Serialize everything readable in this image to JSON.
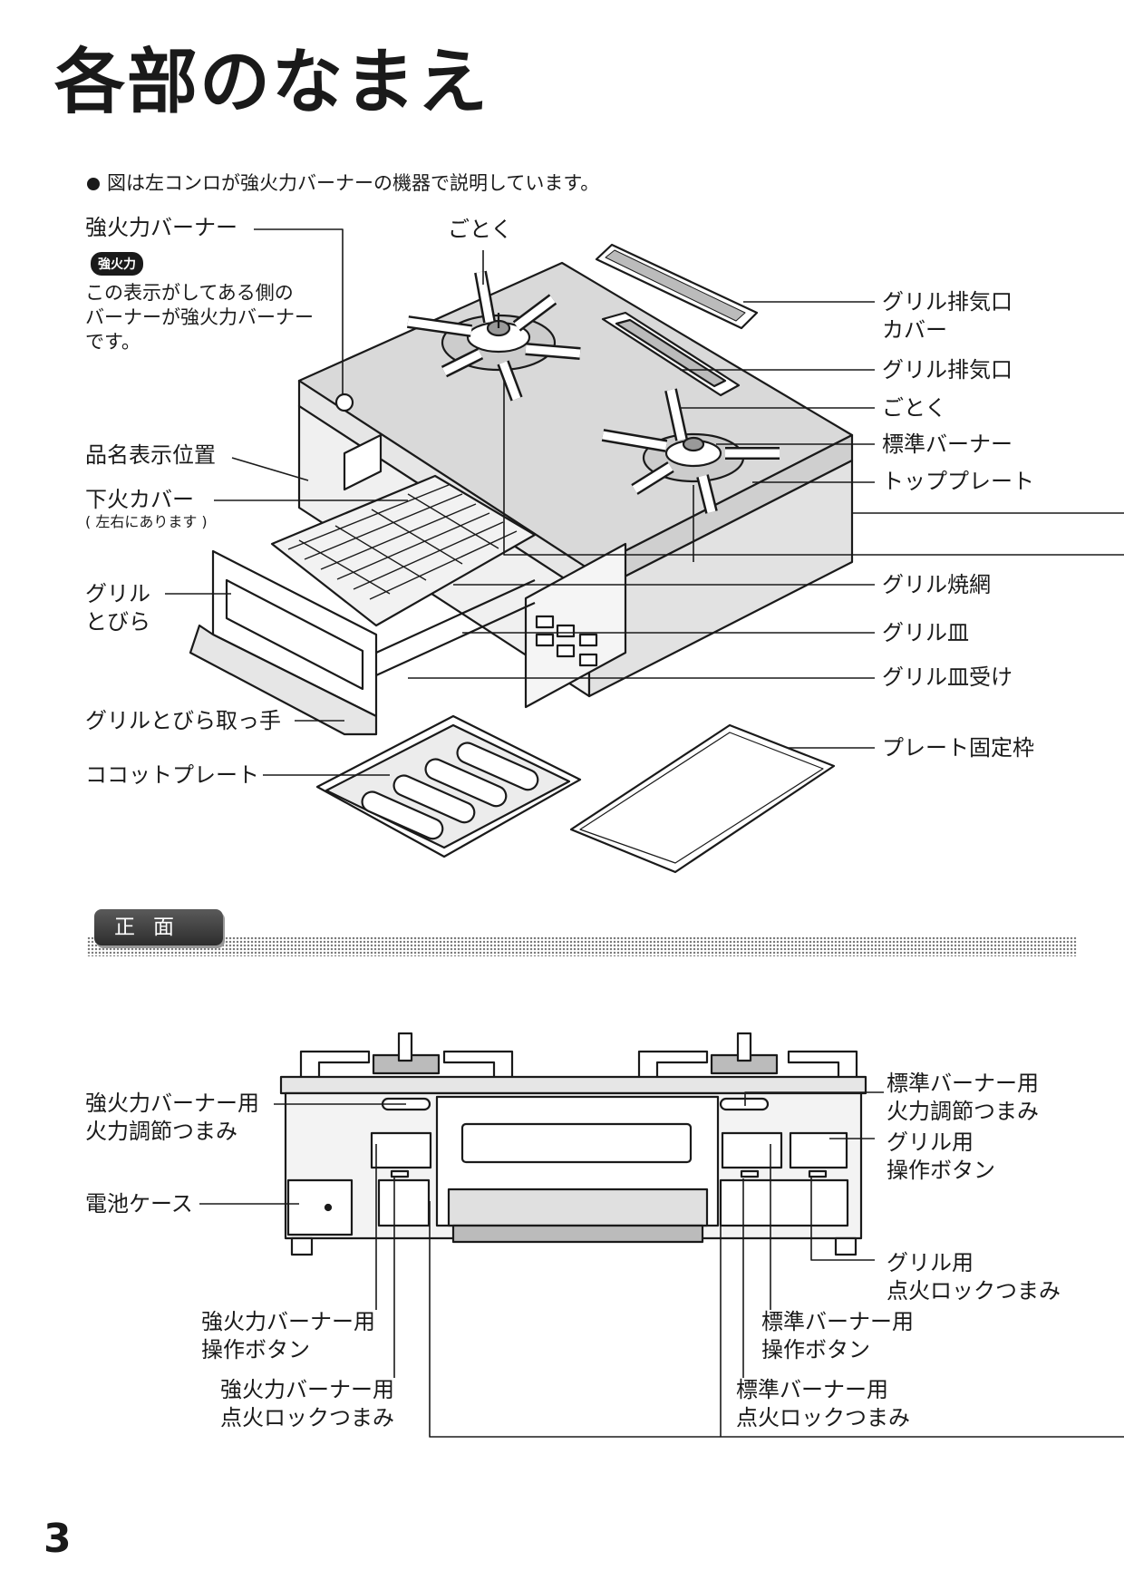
{
  "page": {
    "title": "各部のなまえ",
    "note": "図は左コンロが強火力バーナーの機器で説明しています。",
    "page_number": "3"
  },
  "top_diagram": {
    "labels": {
      "strong_burner": "強火力バーナー",
      "strong_badge": "強火力",
      "strong_note": "この表示がしてある側の\nバーナーが強火力バーナー\nです。",
      "gotoku_top": "ごとく",
      "grill_vent_cover": "グリル排気口\nカバー",
      "grill_vent": "グリル排気口",
      "gotoku_right": "ごとく",
      "standard_burner": "標準バーナー",
      "top_plate": "トッププレート",
      "model_label_position": "品名表示位置",
      "lower_fire_cover": "下火カバー",
      "lower_fire_cover_note": "( 左右にあります )",
      "grill_door": "グリル\nとびら",
      "grill_grate": "グリル焼網",
      "grill_pan": "グリル皿",
      "grill_pan_holder": "グリル皿受け",
      "grill_door_handle": "グリルとびら取っ手",
      "cocotte_plate": "ココットプレート",
      "plate_frame": "プレート固定枠"
    }
  },
  "front_section": {
    "tab_label": "正面",
    "labels": {
      "strong_flame_knob": "強火力バーナー用\n火力調節つまみ",
      "std_flame_knob": "標準バーナー用\n火力調節つまみ",
      "grill_button": "グリル用\n操作ボタン",
      "battery_case": "電池ケース",
      "grill_lock": "グリル用\n点火ロックつまみ",
      "strong_button": "強火力バーナー用\n操作ボタン",
      "std_button": "標準バーナー用\n操作ボタン",
      "strong_lock": "強火力バーナー用\n点火ロックつまみ",
      "std_lock": "標準バーナー用\n点火ロックつまみ"
    }
  }
}
